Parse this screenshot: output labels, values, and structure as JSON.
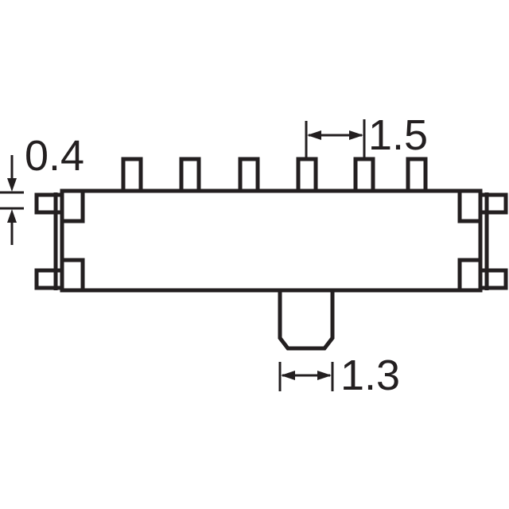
{
  "dimensions": {
    "pad_height": "0.4",
    "pin_pitch": "1.5",
    "actuator_width": "1.3"
  },
  "colors": {
    "line": "#231f20",
    "background": "#ffffff"
  }
}
